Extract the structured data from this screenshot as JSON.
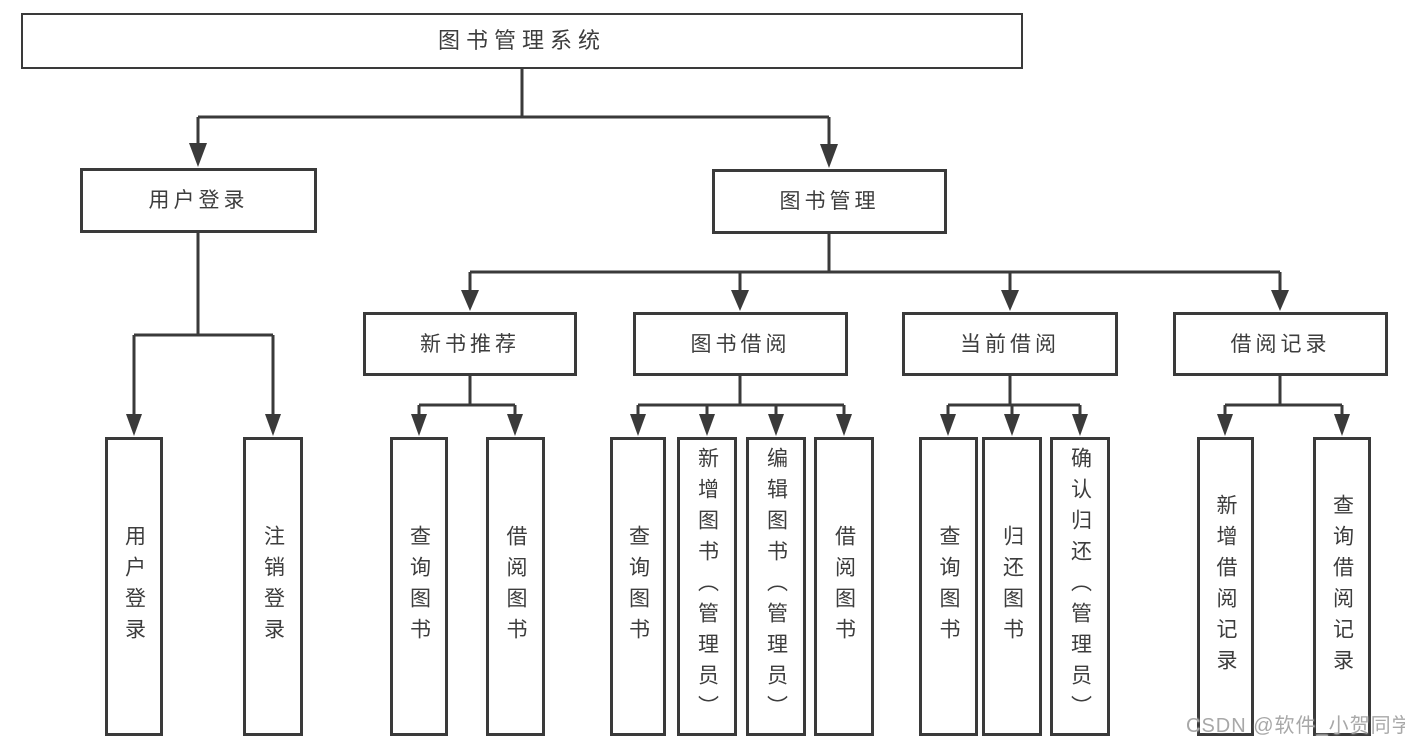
{
  "diagram_title": "图书管理系统",
  "tree": {
    "root": {
      "label": "图书管理系统",
      "children": [
        {
          "label": "用户登录",
          "children": [
            {
              "label": "用户登录"
            },
            {
              "label": "注销登录"
            }
          ]
        },
        {
          "label": "图书管理",
          "children": [
            {
              "label": "新书推荐",
              "children": [
                {
                  "label": "查询图书"
                },
                {
                  "label": "借阅图书"
                }
              ]
            },
            {
              "label": "图书借阅",
              "children": [
                {
                  "label": "查询图书"
                },
                {
                  "label": "新增图书（管理员）"
                },
                {
                  "label": "编辑图书（管理员）"
                },
                {
                  "label": "借阅图书"
                }
              ]
            },
            {
              "label": "当前借阅",
              "children": [
                {
                  "label": "查询图书"
                },
                {
                  "label": "归还图书"
                },
                {
                  "label": "确认归还（管理员）"
                }
              ]
            },
            {
              "label": "借阅记录",
              "children": [
                {
                  "label": "新增借阅记录"
                },
                {
                  "label": "查询借阅记录"
                }
              ]
            }
          ]
        }
      ]
    }
  },
  "watermark": {
    "text": "CSDN @软件_小贺同学"
  },
  "colors": {
    "line": "#3a3a3a",
    "text": "#3d3d3d",
    "watermark_text": "#a8a8a8",
    "background": "#ffffff"
  }
}
